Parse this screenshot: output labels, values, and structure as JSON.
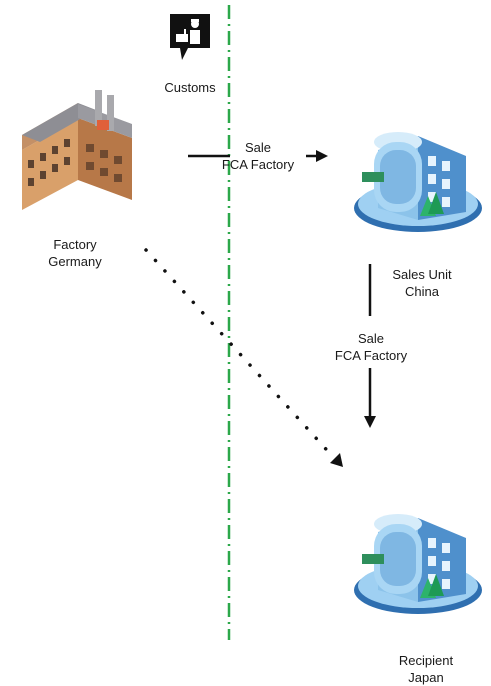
{
  "customs": {
    "label": "Customs",
    "icon": "customs-officer-icon"
  },
  "factory": {
    "line1": "Factory",
    "line2": "Germany",
    "icon": "factory-icon"
  },
  "sales_unit": {
    "line1": "Sales Unit",
    "line2": "China",
    "icon": "office-building-icon"
  },
  "recipient": {
    "line1": "Recipient",
    "line2": "Japan",
    "icon": "office-building-icon"
  },
  "sale_flow_top": {
    "line1": "Sale",
    "line2": "FCA Factory"
  },
  "sale_flow_right": {
    "line1": "Sale",
    "line2": "FCA Factory"
  },
  "colors": {
    "customs_border": "#2ca84a",
    "arrow": "#111111",
    "building_glass": "#7ab8e6",
    "factory_brick": "#c98a55"
  }
}
